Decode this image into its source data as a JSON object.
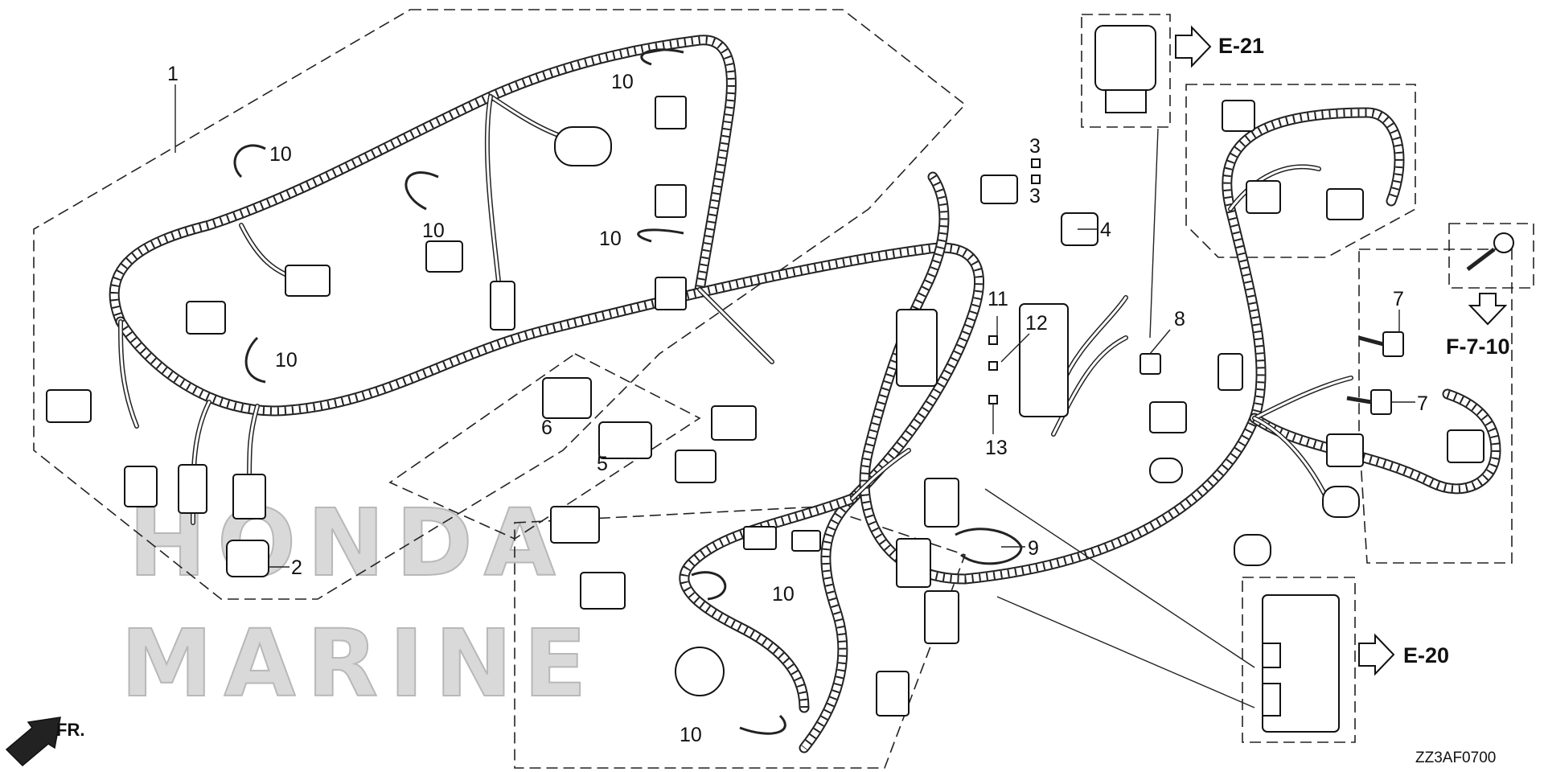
{
  "diagram": {
    "callouts": {
      "c1": "1",
      "c2": "2",
      "c3a": "3",
      "c3b": "3",
      "c4": "4",
      "c5": "5",
      "c6": "6",
      "c7a": "7",
      "c7b": "7",
      "c8": "8",
      "c9": "9",
      "c10a": "10",
      "c10b": "10",
      "c10c": "10",
      "c10d": "10",
      "c10e": "10",
      "c10f": "10",
      "c10g": "10",
      "c11": "11",
      "c12": "12",
      "c13": "13"
    },
    "references": {
      "e21": "E-21",
      "e20": "E-20",
      "f710": "F-7-10"
    },
    "direction_label": "FR.",
    "watermark": {
      "line1": "HONDA",
      "line2": "MARINE"
    },
    "drawing_code": "ZZ3AF0700"
  }
}
